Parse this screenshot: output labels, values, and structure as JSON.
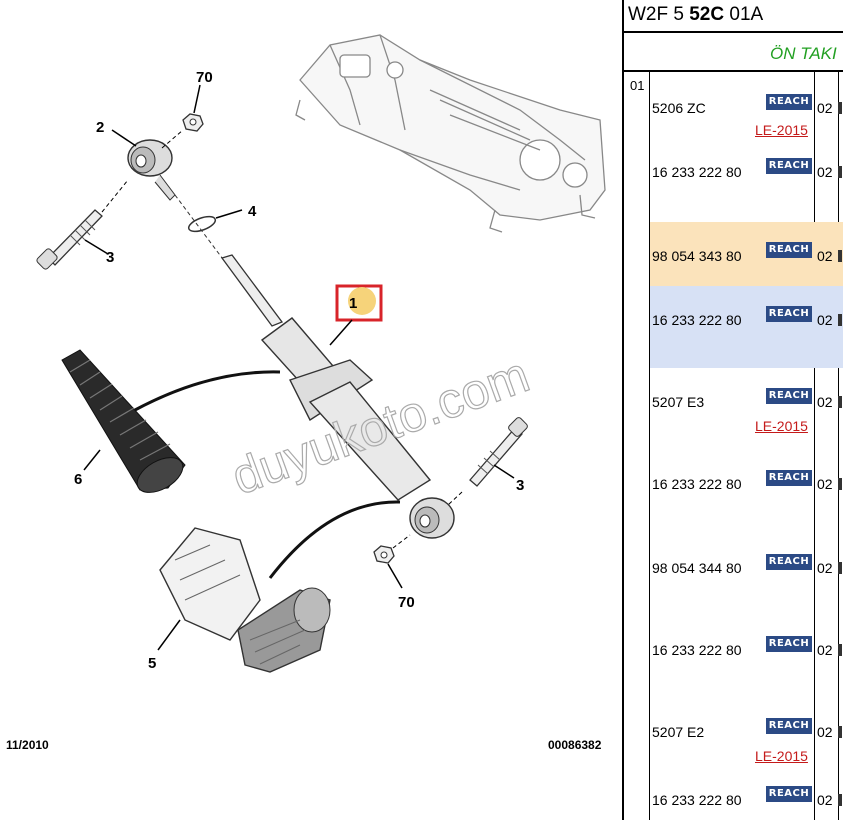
{
  "diagram": {
    "labels": {
      "l70a": "70",
      "l2": "2",
      "l4": "4",
      "l3a": "3",
      "l1": "1",
      "l6": "6",
      "l3b": "3",
      "l5": "5",
      "l70b": "70"
    },
    "watermark": "duyukoto.com",
    "date": "11/2010",
    "ref": "00086382"
  },
  "panel": {
    "code_prefix": "W2F 5 ",
    "code_bold": "52C",
    "code_suffix": " 01A",
    "section_title": "ÖN TAKI",
    "index": "01",
    "rows": [
      {
        "part": "5206 ZC",
        "badge": "REACH",
        "qty": "02",
        "note": "LE-2015",
        "bg": ""
      },
      {
        "part": "16 233 222 80",
        "badge": "REACH",
        "qty": "02",
        "note": "",
        "bg": ""
      },
      {
        "part": "98 054 343 80",
        "badge": "REACH",
        "qty": "02",
        "note": "",
        "bg": "orange"
      },
      {
        "part": "16 233 222 80",
        "badge": "REACH",
        "qty": "02",
        "note": "",
        "bg": "blue"
      },
      {
        "part": "5207 E3",
        "badge": "REACH",
        "qty": "02",
        "note": "LE-2015",
        "bg": ""
      },
      {
        "part": "16 233 222 80",
        "badge": "REACH",
        "qty": "02",
        "note": "",
        "bg": ""
      },
      {
        "part": "98 054 344 80",
        "badge": "REACH",
        "qty": "02",
        "note": "",
        "bg": ""
      },
      {
        "part": "16 233 222 80",
        "badge": "REACH",
        "qty": "02",
        "note": "",
        "bg": ""
      },
      {
        "part": "5207 E2",
        "badge": "REACH",
        "qty": "02",
        "note": "LE-2015",
        "bg": ""
      },
      {
        "part": "16 233 222 80",
        "badge": "REACH",
        "qty": "02",
        "note": "",
        "bg": ""
      }
    ]
  },
  "colors": {
    "highlight_box": "#d8242a",
    "highlight_fill": "#f6d37a",
    "title_green": "#22a022",
    "note_red": "#c41a1a",
    "badge_blue": "#2b4a85"
  }
}
